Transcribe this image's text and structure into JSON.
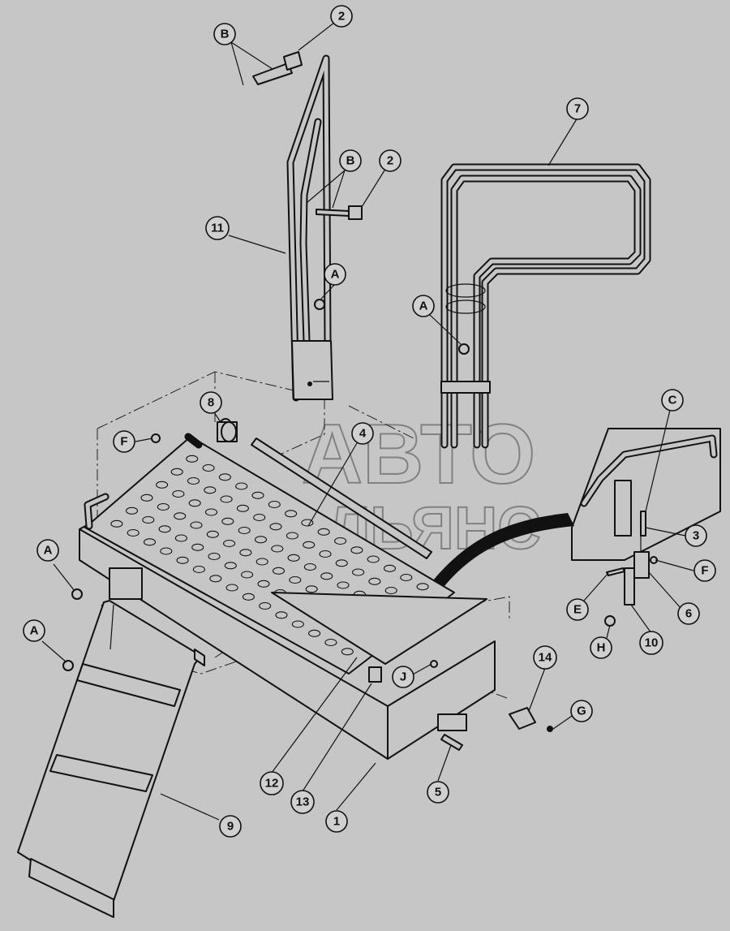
{
  "watermark": {
    "line1": "АВТО",
    "line2": "АЛЬЯНС"
  },
  "callouts": [
    {
      "id": "c-2-top",
      "label": "2"
    },
    {
      "id": "c-b-top",
      "label": "B"
    },
    {
      "id": "c-7",
      "label": "7"
    },
    {
      "id": "c-b-mid",
      "label": "B"
    },
    {
      "id": "c-2-mid",
      "label": "2"
    },
    {
      "id": "c-11",
      "label": "11"
    },
    {
      "id": "c-a-11",
      "label": "A"
    },
    {
      "id": "c-a-7",
      "label": "A"
    },
    {
      "id": "c-8",
      "label": "8"
    },
    {
      "id": "c-f-left",
      "label": "F"
    },
    {
      "id": "c-4",
      "label": "4"
    },
    {
      "id": "c-c",
      "label": "C"
    },
    {
      "id": "c-3",
      "label": "3"
    },
    {
      "id": "c-f-right",
      "label": "F"
    },
    {
      "id": "c-6",
      "label": "6"
    },
    {
      "id": "c-e",
      "label": "E"
    },
    {
      "id": "c-h",
      "label": "H"
    },
    {
      "id": "c-10",
      "label": "10"
    },
    {
      "id": "c-a-left1",
      "label": "A"
    },
    {
      "id": "c-a-left2",
      "label": "A"
    },
    {
      "id": "c-14",
      "label": "14"
    },
    {
      "id": "c-j",
      "label": "J"
    },
    {
      "id": "c-g",
      "label": "G"
    },
    {
      "id": "c-12",
      "label": "12"
    },
    {
      "id": "c-13",
      "label": "13"
    },
    {
      "id": "c-1",
      "label": "1"
    },
    {
      "id": "c-5",
      "label": "5"
    },
    {
      "id": "c-9",
      "label": "9"
    }
  ]
}
